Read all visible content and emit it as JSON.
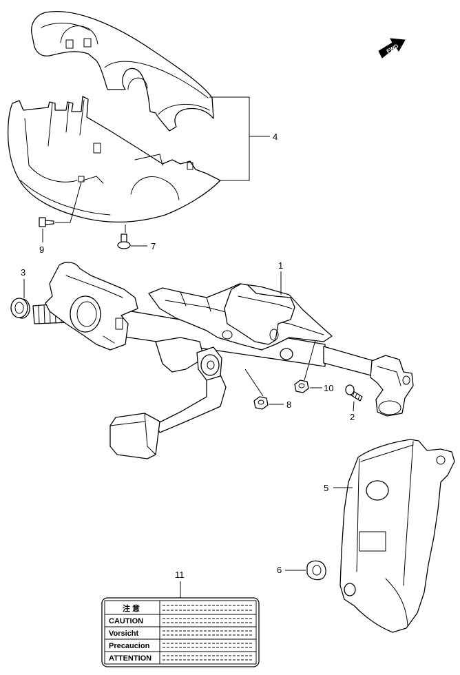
{
  "diagram": {
    "forward_arrow": {
      "label": "FWD"
    },
    "callouts": [
      {
        "number": "1"
      },
      {
        "number": "2"
      },
      {
        "number": "3"
      },
      {
        "number": "4"
      },
      {
        "number": "5"
      },
      {
        "number": "6"
      },
      {
        "number": "7"
      },
      {
        "number": "8"
      },
      {
        "number": "9"
      },
      {
        "number": "10"
      },
      {
        "number": "11"
      }
    ],
    "caution_label": {
      "rows": [
        "注 意",
        "CAUTION",
        "Vorsicht",
        "Precaucion",
        "ATTENTION"
      ]
    }
  },
  "colors": {
    "line": "#000000",
    "background": "#ffffff"
  }
}
